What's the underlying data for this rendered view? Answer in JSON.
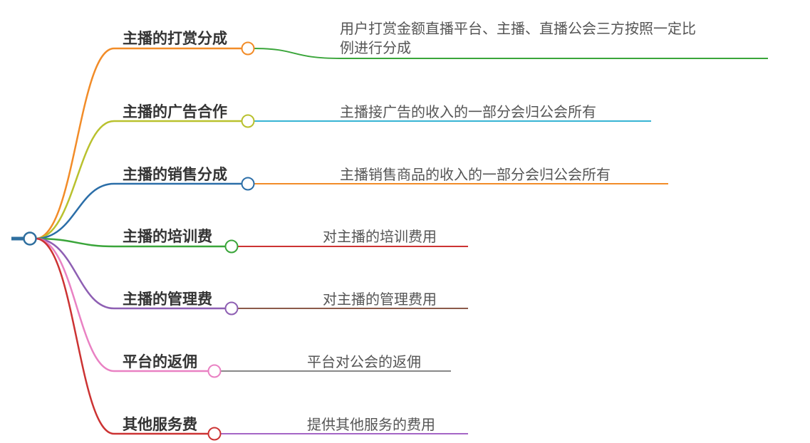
{
  "colors": {
    "root": "#2f6f9f",
    "branches": [
      "#f28c28",
      "#b9c12e",
      "#2b6ea8",
      "#3aa53a",
      "#8e5fb3",
      "#e981c3",
      "#cc3333"
    ],
    "leaf_lines": [
      "#3aa53a",
      "#37b4d4",
      "#f28c28",
      "#cc3333",
      "#8b5a4a",
      "#888888",
      "#a566c6"
    ]
  },
  "branches": [
    {
      "label": "主播的打赏分成",
      "detail_lines": [
        "用户打赏金额直播平台、主播、直播公会三方按照一定比",
        "例进行分成"
      ]
    },
    {
      "label": "主播的广告合作",
      "detail_lines": [
        "主播接广告的收入的一部分会归公会所有"
      ]
    },
    {
      "label": "主播的销售分成",
      "detail_lines": [
        "主播销售商品的收入的一部分会归公会所有"
      ]
    },
    {
      "label": "主播的培训费",
      "detail_lines": [
        "对主播的培训费用"
      ]
    },
    {
      "label": "主播的管理费",
      "detail_lines": [
        "对主播的管理费用"
      ]
    },
    {
      "label": "平台的返佣",
      "detail_lines": [
        "平台对公会的返佣"
      ]
    },
    {
      "label": "其他服务费",
      "detail_lines": [
        "提供其他服务的费用"
      ]
    }
  ]
}
